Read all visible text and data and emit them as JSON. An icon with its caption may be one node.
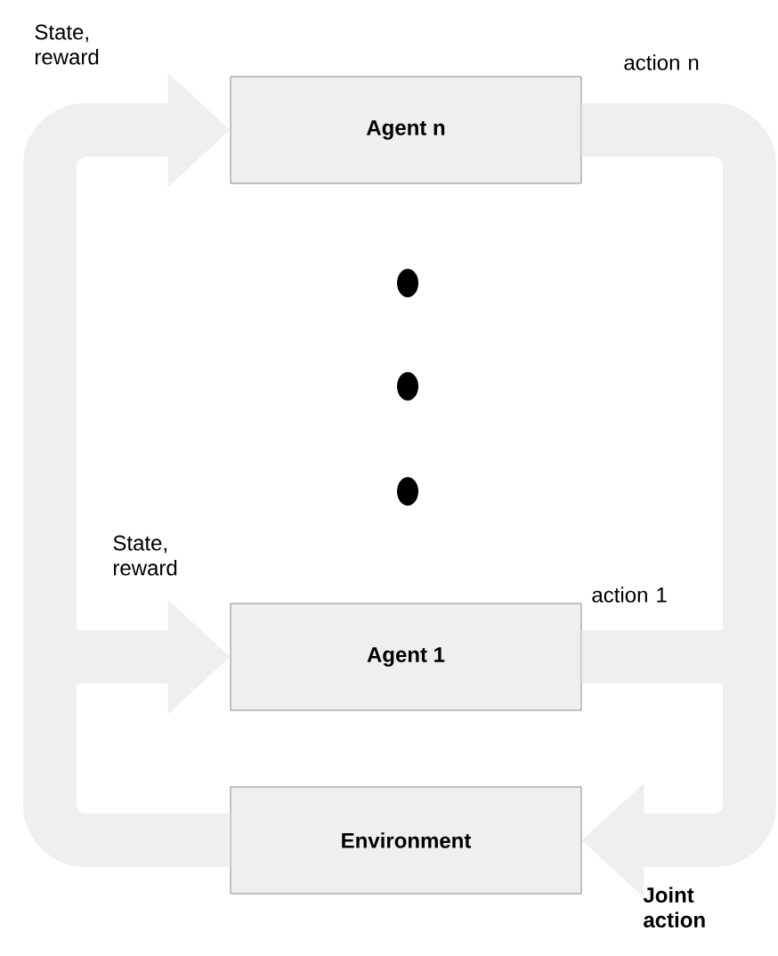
{
  "diagram": {
    "nodes": [
      {
        "text": [
          "Agent n"
        ]
      },
      {
        "text": [
          "Agent 1"
        ]
      },
      {
        "text": [
          "Environment"
        ]
      }
    ],
    "edges": [
      {
        "from": 2,
        "to": 0,
        "arrow": "to",
        "label": "State, reward"
      },
      {
        "from": 0,
        "to": 2,
        "arrow": "to",
        "label": "action n"
      },
      {
        "from": 2,
        "to": 1,
        "arrow": "to",
        "label": "State, reward"
      },
      {
        "from": 1,
        "to": 2,
        "arrow": "to",
        "label": "action 1"
      }
    ],
    "labels": [
      "Joint action"
    ]
  }
}
